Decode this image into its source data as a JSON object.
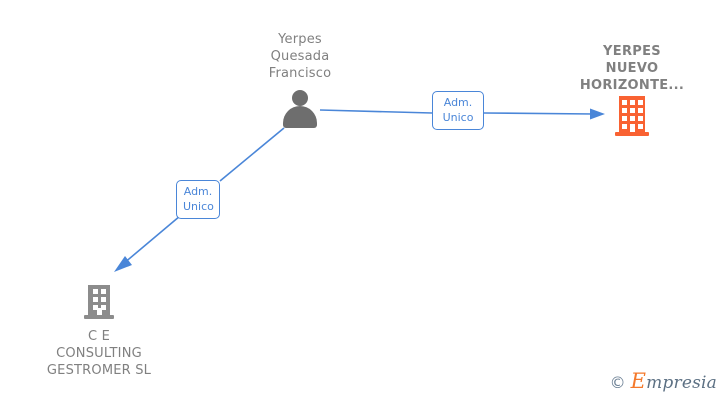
{
  "diagram": {
    "type": "corporate-relationship-graph",
    "background_color": "#ffffff",
    "edge_color": "#4a86d8",
    "person_color": "#6e6e6e",
    "company_subject_color": "#f96232",
    "company_related_color": "#8c8c8c",
    "label_text_color": "#808080",
    "nodes": [
      {
        "id": "person-yerpes-quesada-francisco",
        "kind": "person",
        "icon": "person-icon",
        "label": "Yerpes\nQuesada\nFrancisco",
        "bold": false,
        "color": "#6e6e6e"
      },
      {
        "id": "company-yerpes-nuevo-horizonte",
        "kind": "company",
        "icon": "building-icon",
        "label": "YERPES\nNUEVO\nHORIZONTE...",
        "bold": true,
        "color": "#f96232"
      },
      {
        "id": "company-ce-consulting-gestromer-sl",
        "kind": "company",
        "icon": "building-icon",
        "label": "C E\nCONSULTING\nGESTROMER SL",
        "bold": false,
        "color": "#8c8c8c"
      }
    ],
    "edges": [
      {
        "id": "edge-person-to-yerpes-nuevo-horizonte",
        "from": "person-yerpes-quesada-francisco",
        "to": "company-yerpes-nuevo-horizonte",
        "role_label": "Adm.\nUnico",
        "direction": "right"
      },
      {
        "id": "edge-person-to-ce-consulting",
        "from": "person-yerpes-quesada-francisco",
        "to": "company-ce-consulting-gestromer-sl",
        "role_label": "Adm.\nUnico",
        "direction": "down-left"
      }
    ]
  },
  "watermark": {
    "copyright": "©",
    "brand_initial": "E",
    "brand_rest": "mpresia"
  }
}
